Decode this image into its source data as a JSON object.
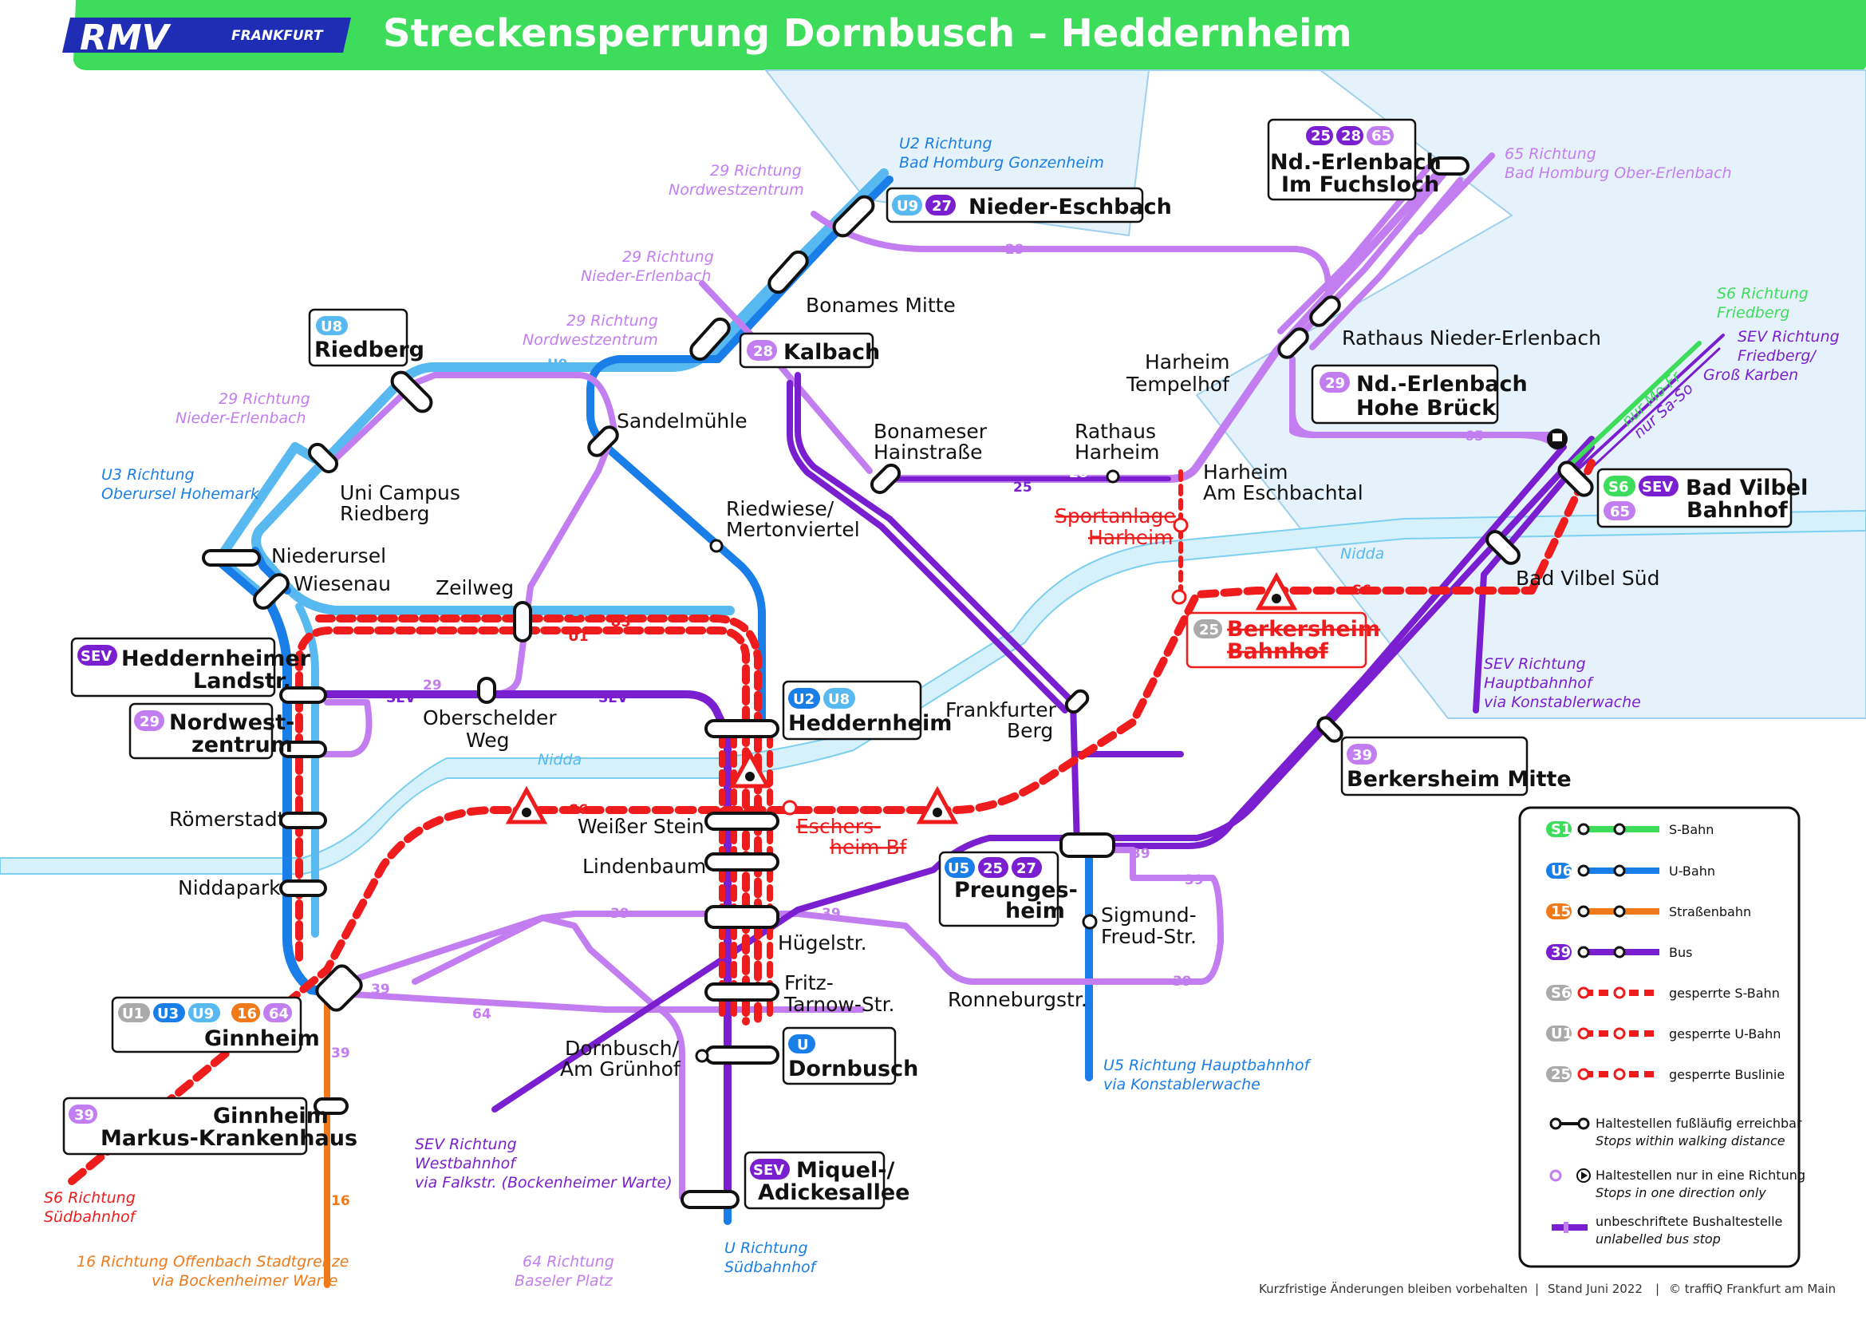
{
  "header": {
    "logo_text": "RMV",
    "logo_sub": "FRANKFURT",
    "title": "Streckensperrung Dornbusch – Heddernheim"
  },
  "colors": {
    "green": "#3ddc5a",
    "ubahn": "#1a7ee8",
    "ubahn_light": "#57b9f0",
    "tram": "#f07a1a",
    "bus": "#7a1fd0",
    "bus_light": "#c27ef0",
    "closed": "#ee1c1c",
    "river": "#d7f1fb",
    "area": "#e6f2fb"
  },
  "directions": {
    "u2_north": [
      "U2 Richtung",
      "Bad Homburg Gonzenheim"
    ],
    "b29_nwz_top": [
      "29 Richtung",
      "Nordwestzentrum"
    ],
    "b29_nieder_mid": [
      "29 Richtung",
      "Nieder-Erlenbach"
    ],
    "b29_nwz_mid": [
      "29 Richtung",
      "Nordwestzentrum"
    ],
    "b29_nieder_left": [
      "29 Richtung",
      "Nieder-Erlenbach"
    ],
    "u3_north": [
      "U3 Richtung",
      "Oberursel Hohemark"
    ],
    "b65_north": [
      "65 Richtung",
      "Bad Homburg Ober-Erlenbach"
    ],
    "s6_north": [
      "S6 Richtung",
      "Friedberg"
    ],
    "sev_s6_north": [
      "SEV Richtung",
      "Friedberg/",
      "Groß Karben"
    ],
    "sev_s6x": [
      "SEV Richtung",
      "Hauptbahnhof",
      "via Konstablerwache"
    ],
    "u5_south": [
      "U5 Richtung Hauptbahnhof",
      "via Konstablerwache"
    ],
    "sev_west": [
      "SEV Richtung",
      "Westbahnhof",
      "via Falkstr. (Bockenheimer Warte)"
    ],
    "s6_south": [
      "S6 Richtung",
      "Südbahnhof"
    ],
    "tram16_south": [
      "16 Richtung Offenbach Stadtgrenze",
      "via Bockenheimer Warte"
    ],
    "b64_south": [
      "64 Richtung",
      "Baseler Platz"
    ],
    "u_south": [
      "U Richtung",
      "Südbahnhof"
    ],
    "mofr": "nur Mo-Fr",
    "saso": "nur Sa-So"
  },
  "stations": {
    "nieder_eschbach": {
      "badges": [
        "U9",
        "27"
      ],
      "name": "Nieder-Eschbach"
    },
    "nd_erl_fuchsloch": {
      "badges": [
        "25",
        "28",
        "65"
      ],
      "name": [
        "Nd.-Erlenbach",
        "Im Fuchsloch"
      ]
    },
    "riedberg": {
      "badges": [
        "U8"
      ],
      "name": "Riedberg"
    },
    "kalbach": {
      "badges": [
        "28"
      ],
      "name": "Kalbach"
    },
    "nd_erl_hohe_brueck": {
      "badges": [
        "29"
      ],
      "name": [
        "Nd.-Erlenbach",
        "Hohe Brück"
      ]
    },
    "bad_vilbel": {
      "badges": [
        "S6",
        "SEV",
        "65"
      ],
      "name": [
        "Bad Vilbel",
        "Bahnhof"
      ]
    },
    "heddernheimer_landstr": {
      "badges": [
        "SEV"
      ],
      "name": [
        "Heddernheimer",
        "Landstr."
      ]
    },
    "nordwestzentrum": {
      "badges": [
        "29"
      ],
      "name": [
        "Nordwest-",
        "zentrum"
      ]
    },
    "heddernheim": {
      "badges": [
        "U2",
        "U8"
      ],
      "name": "Heddernheim"
    },
    "berkersheim_mitte": {
      "badges": [
        "39"
      ],
      "name": "Berkersheim Mitte"
    },
    "preungesheim": {
      "badges": [
        "U5",
        "25",
        "27"
      ],
      "name": [
        "Preunges-",
        "heim"
      ]
    },
    "ginnheim": {
      "badges": [
        "U1",
        "U3",
        "U9",
        "16",
        "64"
      ],
      "name": "Ginnheim"
    },
    "ginnheim_markus": {
      "badges": [
        "39"
      ],
      "name": [
        "Ginnheim",
        "Markus-Krankenhaus"
      ]
    },
    "dornbusch": {
      "badges": [
        "U"
      ],
      "name": "Dornbusch"
    },
    "miquel": {
      "badges": [
        "SEV"
      ],
      "name": [
        "Miquel-/",
        "Adickesallee"
      ]
    },
    "berkersheim_bf": {
      "badges": [
        "25"
      ],
      "name": [
        "Berkersheim",
        "Bahnhof"
      ]
    }
  },
  "labels": {
    "bonames_mitte": "Bonames Mitte",
    "rathaus_nieder_erlenbach": "Rathaus Nieder-Erlenbach",
    "harheim_tempelhof": [
      "Harheim",
      "Tempelhof"
    ],
    "sandelmuehle": "Sandelmühle",
    "bonameser_hainstrasse": [
      "Bonameser",
      "Hainstraße"
    ],
    "rathaus_harheim": [
      "Rathaus",
      "Harheim"
    ],
    "harheim_eschbachtal": [
      "Harheim",
      "Am Eschbachtal"
    ],
    "uni_campus_riedberg": [
      "Uni Campus",
      "Riedberg"
    ],
    "sportanlage_harheim": [
      "Sportanlage",
      "Harheim"
    ],
    "riedwiese": [
      "Riedwiese/",
      "Mertonviertel"
    ],
    "niederursel": "Niederursel",
    "wiesenau": "Wiesenau",
    "zeilweg": "Zeilweg",
    "bad_vilbel_sued": "Bad Vilbel Süd",
    "oberschelder_weg": [
      "Oberschelder",
      "Weg"
    ],
    "frankfurter_berg": [
      "Frankfurter",
      "Berg"
    ],
    "roemerstadt": "Römerstadt",
    "weisser_stein": "Weißer Stein",
    "eschersheim_bf": [
      "Eschers-",
      "heim Bf"
    ],
    "lindenbaum": "Lindenbaum",
    "niddapark": "Niddapark",
    "huegelstr": "Hügelstr.",
    "sigmund_freud": [
      "Sigmund-",
      "Freud-Str."
    ],
    "fritz_tarnow": [
      "Fritz-",
      "Tarnow-Str."
    ],
    "ronneburgstr": "Ronneburgstr.",
    "dornbusch_gruenhof": [
      "Dornbusch/",
      "Am Grünhof"
    ],
    "nidda_1": "Nidda",
    "nidda_2": "Nidda"
  },
  "legend": {
    "items": [
      {
        "badge": "S1",
        "label": "S-Bahn"
      },
      {
        "badge": "U6",
        "label": "U-Bahn"
      },
      {
        "badge": "15",
        "label": "Straßenbahn"
      },
      {
        "badge": "39",
        "label": "Bus"
      },
      {
        "badge": "S6",
        "label": "gesperrte S-Bahn"
      },
      {
        "badge": "U1",
        "label": "gesperrte U-Bahn"
      },
      {
        "badge": "25",
        "label": "gesperrte Buslinie"
      }
    ],
    "walk": [
      "Haltestellen fußläufig erreichbar",
      "Stops within walking distance"
    ],
    "oneway": [
      "Haltestellen nur in eine Richtung",
      "Stops in one direction only"
    ],
    "unlabelled": [
      "unbeschriftete Bushaltestelle",
      "unlabelled bus stop"
    ]
  },
  "footer": {
    "note": "Kurzfristige Änderungen bleiben vorbehalten",
    "date": "Stand Juni 2022",
    "copyright": "© traffiQ Frankfurt am Main"
  }
}
